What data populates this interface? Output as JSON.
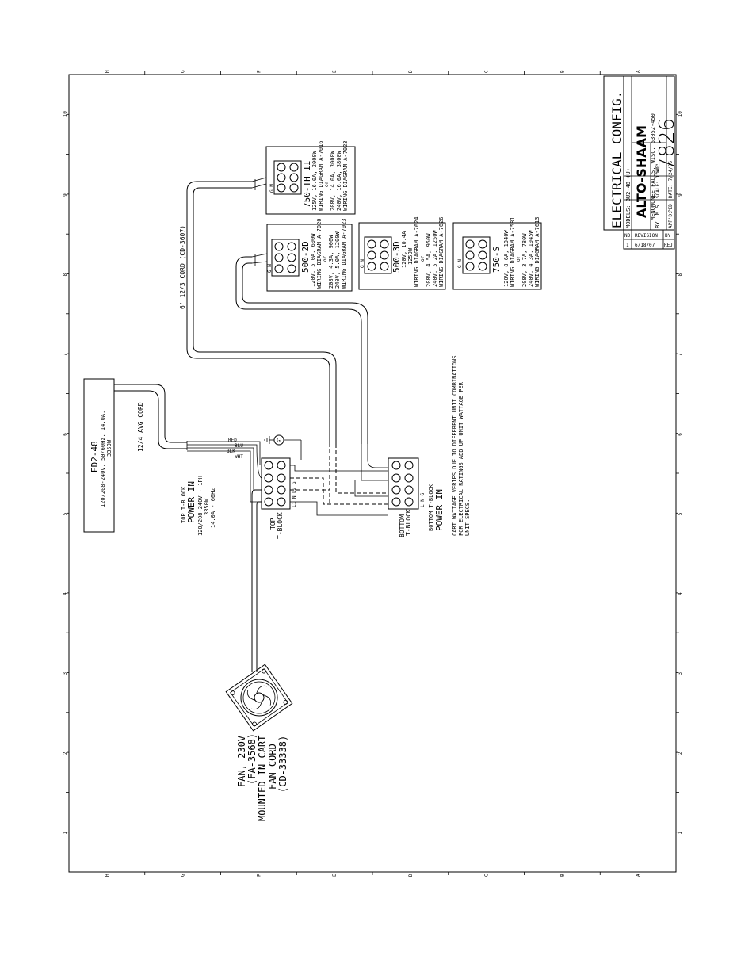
{
  "grid": {
    "rows": [
      "H",
      "G",
      "F",
      "E",
      "D",
      "C",
      "B",
      "A"
    ],
    "cols": [
      "10",
      "9",
      "8",
      "7",
      "6",
      "5",
      "4",
      "3",
      "2",
      "1"
    ]
  },
  "title_block": {
    "title": "ELECTRICAL CONFIG.",
    "models": "MODELS: BU2-48 (U)",
    "company": "ALTO-SHAAM",
    "location": "MENOMONEE FALLS, WISC. 53052-450",
    "by": "BY: M S",
    "scale": "SCALE: 1\"=1\"",
    "dwg_label": "DWG:",
    "appd": "APP'D:",
    "appd_by": "PED",
    "date": "DATE: 7/24/06",
    "dwg_number": "7826",
    "revision_header": [
      "NO.",
      "REVISION",
      "BY"
    ],
    "revision_row": [
      "1",
      "6/18/07",
      "REJ"
    ]
  },
  "modules": {
    "m750thii": {
      "name": "750-TH II",
      "spec1": "125V, 16.0A, 2000W",
      "spec1b": "WIRING DIAGRAM A-7016",
      "or": "or",
      "spec2": "208V, 14.0A, 3000W",
      "spec3": "240V, 16.0A, 3800W",
      "spec3b": "WIRING DIAGRAM A-7023",
      "gn": "G  N"
    },
    "m5002d": {
      "name": "500-2D",
      "spec1": "120V, 5.0A, 600W",
      "spec1b": "WIRING DIAGRAM A-7020",
      "or": "or",
      "spec2": "208V, 4.3A, 900W",
      "spec3": "240V, 5.0A, 1200W",
      "spec3b": "WIRING DIAGRAM A-7023",
      "gn": "G  N"
    },
    "m5003d": {
      "name": "500-3D",
      "spec1": "120V, 10.4A",
      "spec1b": "1250W",
      "spec1c": "WIRING DIAGRAM A-7624",
      "or": "or",
      "spec2": "208V, 4.5A, 950W",
      "spec3": "240V, 5.2A, 1250W",
      "spec3b": "WIRING DIAGRAM A-7626",
      "gn": "G  N"
    },
    "m750s": {
      "name": "750-S",
      "spec1": "120V, 8.6A, 1040W",
      "spec1b": "WIRING DIAGRAM A-7581",
      "or": "or",
      "spec2": "208V, 3.7A, 780W",
      "spec3": "240V, 4.3A, 1045W",
      "spec3b": "WIRING DIAGRAM A-7613",
      "gn": "G  N"
    }
  },
  "cord_label": "6' 12/3 CORD (CD-3607)",
  "avg_cord_label": "12/4 AVG CORD",
  "ed2": {
    "name": "ED2-48",
    "spec": "120/208-240V, 50/60Hz, 14.0A,",
    "watts": "3350W"
  },
  "wires": {
    "red": "RED",
    "blue": "BLU",
    "black": "BLK",
    "white": "WHT"
  },
  "top_block": {
    "label1": "TOP T-BLOCK",
    "power_in": "POWER IN",
    "spec1": "120/208-240V - 1PH",
    "spec2": "3350W",
    "spec3": "14.0A - 60Hz",
    "top": "TOP",
    "tblock": "T-BLOCK",
    "terms": "L1  N  L2  G"
  },
  "bottom_block": {
    "bottom": "BOTTOM",
    "tblock": "T-BLOCK",
    "label1": "BOTTOM T-BLOCK",
    "power_in": "POWER IN",
    "terms": "L  N     G"
  },
  "ground_symbol": "G",
  "note": {
    "line1": "CART WATTAGE VERIES DUE TO DIFFERENT UNIT COMBINATIONS.",
    "line2": "FOR ELECTRICAL RATINGS ADD UP UNIT WATTAGE PER",
    "line3": "UNIT SPECS."
  },
  "fan": {
    "line1": "FAN, 230V",
    "line2": "(FA-3568)",
    "line3": "MOUNTED IN CART",
    "line4": "FAN CORD",
    "line5": "(CD-33338)"
  }
}
